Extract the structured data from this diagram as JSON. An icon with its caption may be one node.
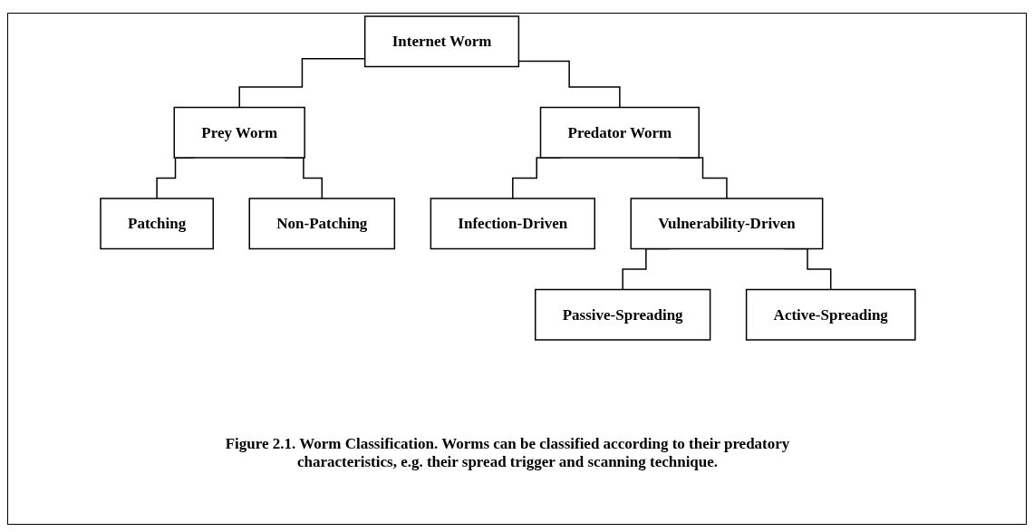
{
  "diagram": {
    "caption": "Figure 2.1. Worm Classification.  Worms can be classified according to their predatory characteristics, e.g. their spread trigger and scanning technique.",
    "nodes": [
      {
        "text": [
          "Internet Worm"
        ]
      },
      {
        "text": [
          "Prey Worm"
        ]
      },
      {
        "text": [
          "Predator Worm"
        ]
      },
      {
        "text": [
          "Patching"
        ]
      },
      {
        "text": [
          "Non-Patching"
        ]
      },
      {
        "text": [
          "Infection-Driven"
        ]
      },
      {
        "text": [
          "Vulnerability-Driven"
        ]
      },
      {
        "text": [
          "Passive-Spreading"
        ]
      },
      {
        "text": [
          "Active-Spreading"
        ]
      }
    ],
    "edges": [
      {
        "from": 0,
        "to": 1,
        "arrow": "none"
      },
      {
        "from": 0,
        "to": 2,
        "arrow": "none"
      },
      {
        "from": 1,
        "to": 3,
        "arrow": "none"
      },
      {
        "from": 1,
        "to": 4,
        "arrow": "none"
      },
      {
        "from": 2,
        "to": 5,
        "arrow": "none"
      },
      {
        "from": 2,
        "to": 6,
        "arrow": "none"
      },
      {
        "from": 6,
        "to": 7,
        "arrow": "none"
      },
      {
        "from": 6,
        "to": 8,
        "arrow": "none"
      }
    ]
  }
}
